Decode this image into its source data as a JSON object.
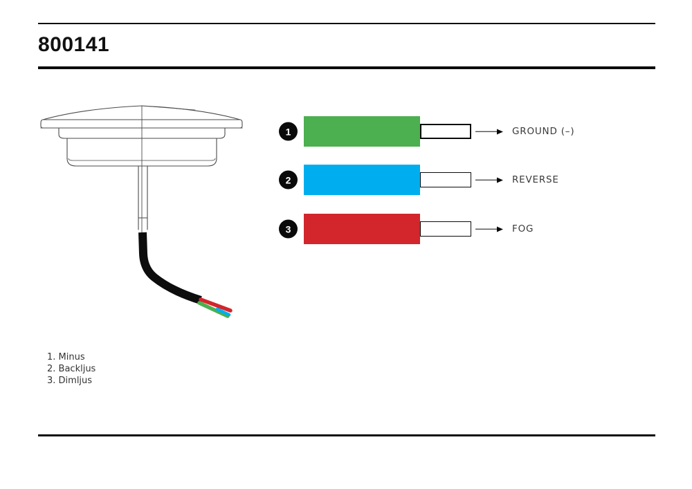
{
  "page": {
    "title": "800141"
  },
  "diagram": {
    "device": "rear-lamp-side-view-with-cable",
    "wires": [
      {
        "num": "1",
        "color": "#4caf50",
        "color_name": "green",
        "label": "GROUND (–)"
      },
      {
        "num": "2",
        "color": "#00aeef",
        "color_name": "blue",
        "label": "REVERSE"
      },
      {
        "num": "3",
        "color": "#d2262c",
        "color_name": "red",
        "label": "FOG"
      }
    ]
  },
  "legend": {
    "items": [
      "1. Minus",
      "2. Backljus",
      "3. Dimljus"
    ]
  },
  "colors": {
    "rule": "#0a0a0a",
    "label_text": "#3a3a3a",
    "line_art": "#4a4a4a"
  }
}
